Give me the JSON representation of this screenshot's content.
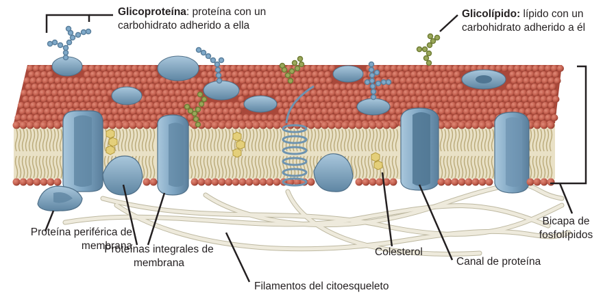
{
  "labels": {
    "glycoprotein": {
      "term": "Glicoproteína",
      "line1_rest": ": proteína con un",
      "line2": "carbohidrato adherido a ella"
    },
    "glycolipid": {
      "term": "Glicolípido:",
      "line1_rest": " lípido con un",
      "line2": "carbohidrato adherido a él"
    },
    "bilayer": {
      "line1": "Bicapa de",
      "line2": "fosfolípidos"
    },
    "peripheral_protein": {
      "line1": "Proteína periférica de",
      "line2": "membrana"
    },
    "integral_proteins": {
      "line1": "Proteínas integrales de",
      "line2": "membrana"
    },
    "cholesterol": "Colesterol",
    "protein_channel": "Canal de proteína",
    "cytoskeleton": "Filamentos del citoesqueleto"
  },
  "colors": {
    "phospholipid_head": "#c4604f",
    "phospholipid_head_dark": "#8f3a2c",
    "lipid_tail": "#d9cba0",
    "protein": "#7fa6c3",
    "protein_dark": "#5a7f9c",
    "protein_light": "#a9c7dc",
    "glycan_blue": "#7fa9c9",
    "glycan_green": "#9aa85a",
    "cholesterol": "#e4cf7a",
    "filament": "#e8e4d2",
    "leader_line": "#231f20"
  }
}
